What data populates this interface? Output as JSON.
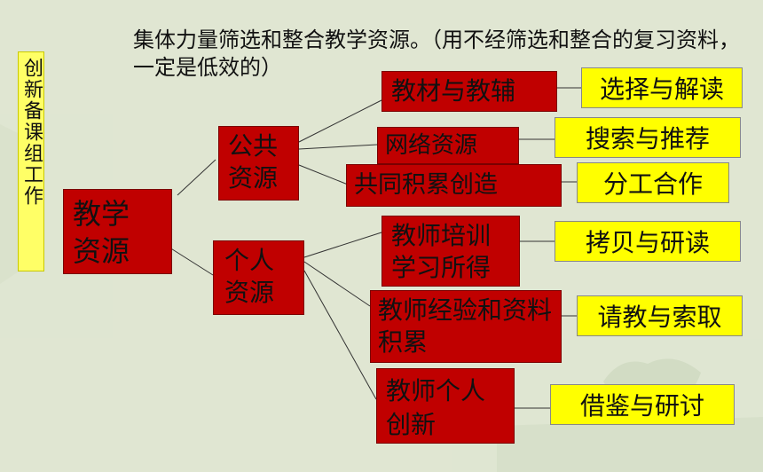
{
  "side_title": "创新备课组工作",
  "heading": "集体力量筛选和整合教学资源。（用不经筛选和整合的复习资料，一定是低效的）",
  "root": "教学资源",
  "public": "公共资源",
  "personal": "个人资源",
  "nodes": {
    "materials": "教材与教辅",
    "network": "网络资源",
    "shared": "共同积累创造",
    "training": "教师培训学习所得",
    "experience": "教师经验和资料积累",
    "innovation": "教师个人创新"
  },
  "actions": {
    "materials": "选择与解读",
    "network": "搜索与推荐",
    "shared": "分工合作",
    "training": "拷贝与研读",
    "experience": "请教与索取",
    "innovation": "借鉴与研讨"
  },
  "colors": {
    "background": "#dfe6d2",
    "node": "#c00000",
    "action": "#ffff00",
    "side_title": "#ffff66"
  }
}
